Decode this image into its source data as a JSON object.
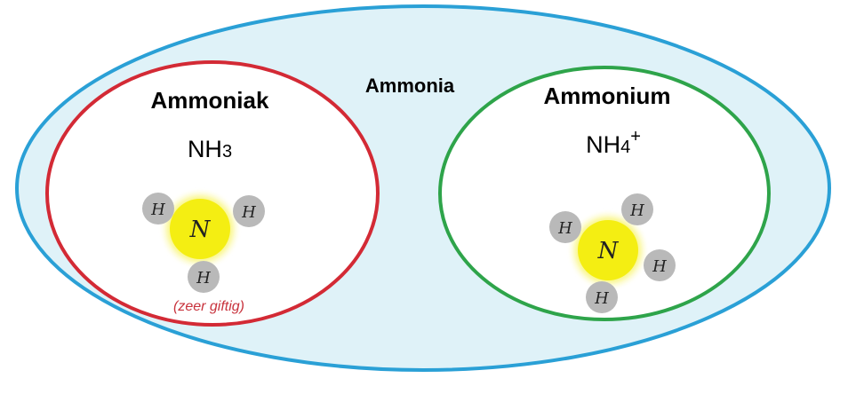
{
  "outer_label": "Ammonia",
  "left": {
    "title": "Ammoniak",
    "formula_base": "NH",
    "formula_sub": "3",
    "note": "(zeer giftig)",
    "center_atom": "N",
    "h_atoms": [
      "H",
      "H",
      "H"
    ]
  },
  "right": {
    "title": "Ammonium",
    "formula_base": "NH",
    "formula_sub": "4",
    "formula_sup": "+",
    "center_atom": "N",
    "h_atoms": [
      "H",
      "H",
      "H",
      "H"
    ]
  },
  "colors": {
    "outer_fill": "#dff2f8",
    "outer_stroke": "#2aa0d6",
    "left_stroke": "#d32a35",
    "right_stroke": "#2ea44a",
    "inner_fill": "#ffffff",
    "nitrogen": "#f4ee12",
    "hydrogen": "#b9b9b9",
    "note": "#c8333d"
  }
}
